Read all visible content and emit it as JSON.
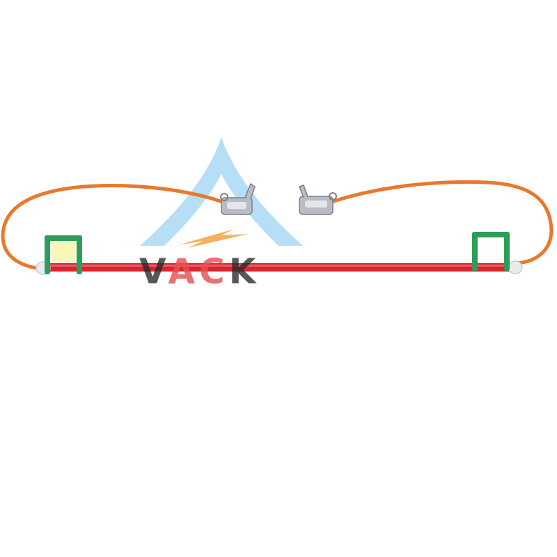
{
  "watermark": {
    "letters": [
      "V",
      "A",
      "C",
      "K"
    ],
    "accent_letters": [
      1,
      2
    ],
    "colors": {
      "triangle": "#a9d8f4",
      "bolt": "#f6a64a",
      "text": "#3a3a3a",
      "text_accent": "#e95a5a"
    }
  },
  "object": {
    "colors": {
      "rod": "#d8262e",
      "cable": "#e9782c",
      "bracket": "#2e9d5a",
      "clamp": "#b9bcc2",
      "end_cap": "#e9ecef"
    },
    "icons": [
      "clamp-icon",
      "bracket-icon",
      "lightning-bolt-icon"
    ]
  }
}
